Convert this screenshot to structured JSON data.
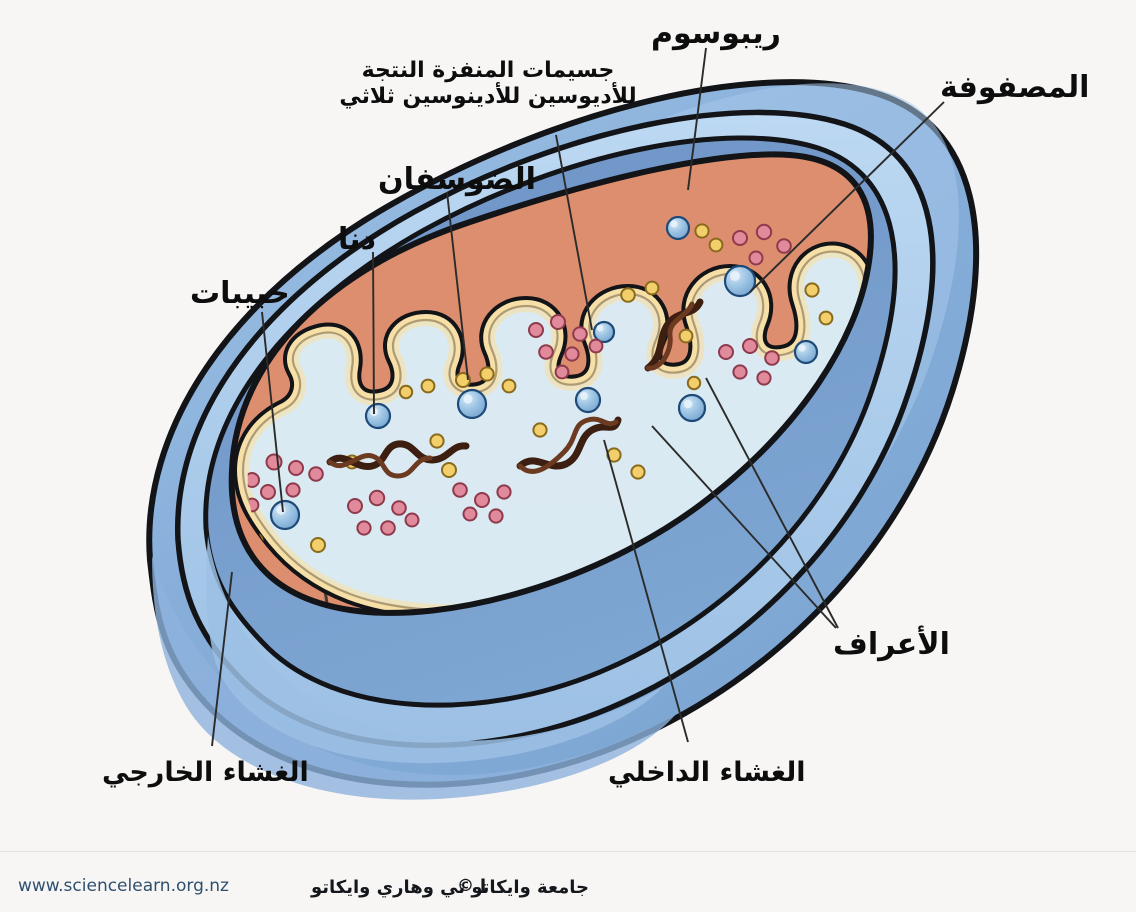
{
  "diagram": {
    "subject": "mitochondrion-cross-section",
    "background_color": "#f7f6f4"
  },
  "labels": {
    "ribosome": "ريبوسوم",
    "atp_synthase": "جسيمات المنفزة النتجة للأديوسين للأدينوسين ثلاثي",
    "cristae_top": "الضوسفان",
    "dna": "دنا",
    "granules": "حبيبات",
    "matrix": "المصفوفة",
    "cristae": "الأعراف",
    "outer_membrane": "الغشاء الخارجي",
    "inner_membrane": "الغشاء الداخلي"
  },
  "footer": {
    "credit": "جامعة وايكاتو تي وهاري وايكاتو",
    "copyright": "© I",
    "url": "www.sciencelearn.org.nz"
  },
  "colors": {
    "outline": "#121418",
    "outer_membrane_light": "#a9c9e8",
    "outer_membrane_mid": "#8fb5dd",
    "outer_membrane_dark": "#7ba2cd",
    "intermembrane_shadow": "#6d92c4",
    "cristae_body": "#dd8e6e",
    "inner_membrane_cream": "#f7e0a8",
    "matrix_pale": "#dbeaf2",
    "matrix_light": "#eaf4f8",
    "ribosome_blue": "#7fb0da",
    "granule_pink": "#e08a9b",
    "granule_yellow": "#f2cf6a",
    "dna_brown": "#5a2f1c",
    "leader_line": "#2b2b2b",
    "url_text": "#2f4f6f"
  }
}
